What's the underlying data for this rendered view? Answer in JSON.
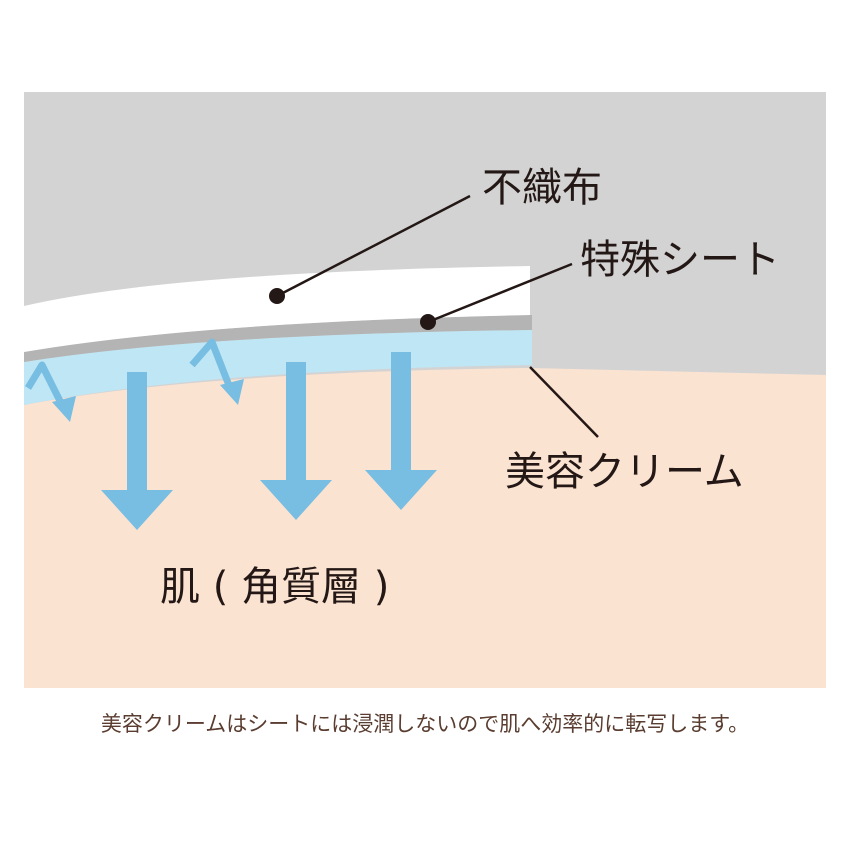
{
  "labels": {
    "nonwoven": "不織布",
    "special_sheet": "特殊シート",
    "beauty_cream": "美容クリーム",
    "skin": "肌 ( 角質層 )"
  },
  "caption": "美容クリームはシートには浸潤しないので肌へ効率的に転写します。",
  "colors": {
    "background_gray": "#d3d3d3",
    "skin": "#fbe3d2",
    "nonwoven_layer": "#ffffff",
    "special_sheet_layer": "#b4b4b4",
    "cream_layer": "#bfe6f4",
    "arrows": "#78bde2",
    "leader_lines": "#231815"
  }
}
